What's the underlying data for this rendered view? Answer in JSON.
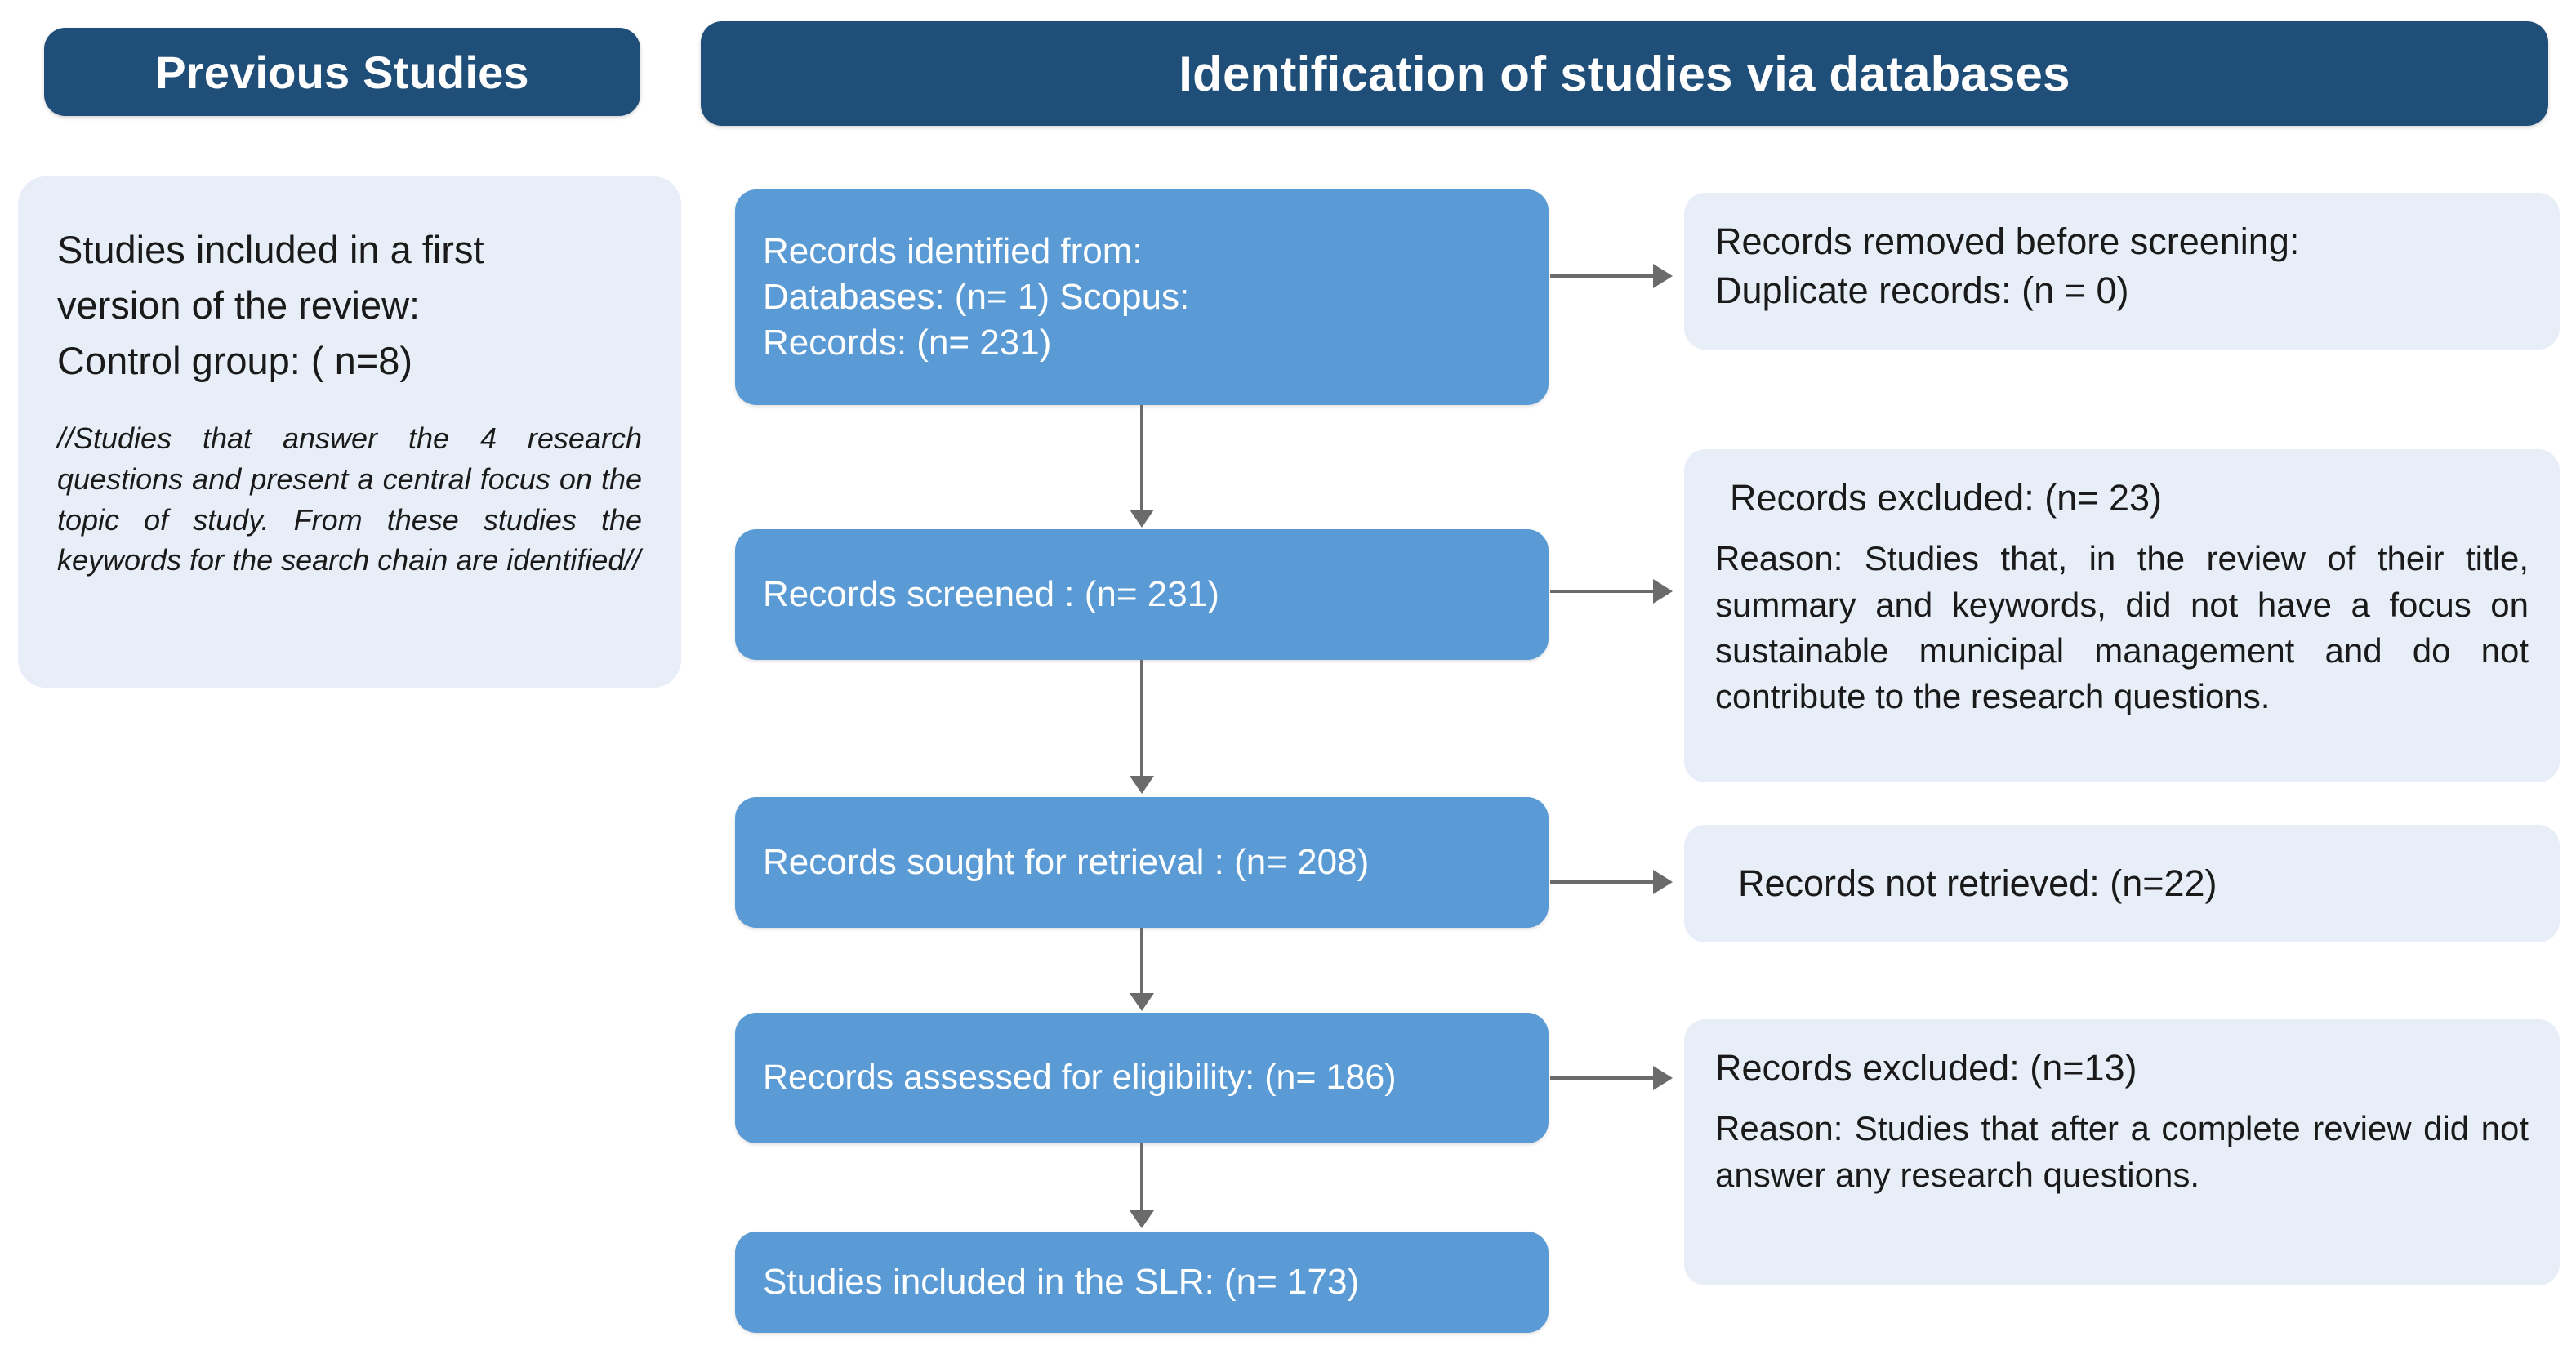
{
  "banners": {
    "previous_studies": "Previous Studies",
    "identification": "Identification of studies via databases"
  },
  "previous_studies_panel": {
    "heading": "Studies included in a first\nversion of the review:\nControl group: ( n=8)",
    "note": "//Studies that answer the 4 research questions and present a central focus on the topic of study. From these studies the keywords for the search chain are identified//"
  },
  "flow": {
    "identified": "Records identified from:\nDatabases: (n= 1) Scopus:\nRecords: (n= 231)",
    "screened": "Records screened : (n= 231)",
    "sought": "Records sought for retrieval : (n= 208)",
    "assessed": "Records assessed for eligibility: (n= 186)",
    "included": "Studies included in the SLR: (n= 173)"
  },
  "outcomes": {
    "removed": "Records removed before screening:\nDuplicate records: (n = 0)",
    "excluded_screening_title": "Records excluded: (n= 23)",
    "excluded_screening_reason": "Reason: Studies that, in the review of their title, summary and keywords, did not have a focus on sustainable municipal management and do not contribute to the research questions.",
    "not_retrieved": "Records not retrieved:  (n=22)",
    "excluded_eligibility_title": "Records excluded:  (n=13)",
    "excluded_eligibility_reason": "Reason: Studies that after a complete review did not answer any research questions."
  },
  "colors": {
    "banner_navy": "#1F4E79",
    "process_blue": "#5B9BD5",
    "panel_light": "#E8EEF8",
    "connector_gray": "#6B6B6B",
    "text_dark": "#1A1A1A",
    "text_light": "#FFFFFF"
  }
}
